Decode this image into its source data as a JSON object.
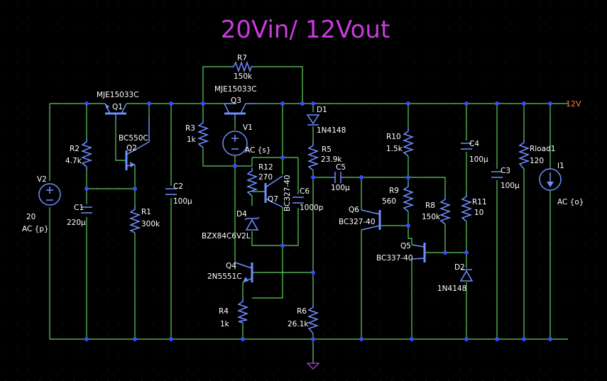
{
  "title": "20Vin/ 12Vout",
  "net_label": "12V",
  "labels": {
    "q1_part": "MJE15033C",
    "q1_ref": "Q1",
    "q2_part": "BC550C",
    "q2_ref": "Q2",
    "q3_part": "MJE15033C",
    "q3_ref": "Q3",
    "r7_ref": "R7",
    "r7_val": "150k",
    "d1_ref": "D1",
    "d1_part": "1N4148",
    "r2_ref": "R2",
    "r2_val": "4.7k",
    "r3_ref": "R3",
    "r3_val": "1k",
    "v1_ref": "V1",
    "v1_val": "AC {s}",
    "v2_ref": "V2",
    "v2_val1": "20",
    "v2_val2": "AC {p}",
    "c1_ref": "C1",
    "c1_val": "220µ",
    "c2_ref": "C2",
    "c2_val": "100µ",
    "r1_ref": "R1",
    "r1_val": "300k",
    "r12_ref": "R12",
    "r12_val": "270",
    "q7_ref": "Q7",
    "q7_part": "BC327-40",
    "c6_ref": "C6",
    "c6_val": "1000p",
    "d4_ref": "D4",
    "d4_part": "BZX84C6V2L",
    "r5_ref": "R5",
    "r5_val": "23.9k",
    "c5_ref": "C5",
    "c5_val": "100µ",
    "q4_ref": "Q4",
    "q4_part": "2N5551C",
    "r4_ref": "R4",
    "r4_val": "1k",
    "r6_ref": "R6",
    "r6_val": "26.1k",
    "r10_ref": "R10",
    "r10_val": "1.5k",
    "r9_ref": "R9",
    "r9_val": "560",
    "q6_ref": "Q6",
    "q6_part": "BC327-40",
    "r8_ref": "R8",
    "r8_val": "150k",
    "q5_ref": "Q5",
    "q5_part": "BC337-40",
    "c4_ref": "C4",
    "c4_val": "100µ",
    "r11_ref": "R11",
    "r11_val": "10",
    "d2_ref": "D2",
    "d2_part": "1N4148",
    "c3_ref": "C3",
    "c3_val": "100µ",
    "rload_ref": "Rload1",
    "rload_val": "120",
    "i1_ref": "I1",
    "i1_val": "AC {o}"
  },
  "colors": {
    "background": "#000000",
    "wire": "#5fd05f",
    "component": "#6f8fff",
    "junction": "#3a4bff",
    "title": "#c83cdc",
    "net_label": "#ff7a40",
    "ground": "#b040d0",
    "text": "#ffffff"
  }
}
